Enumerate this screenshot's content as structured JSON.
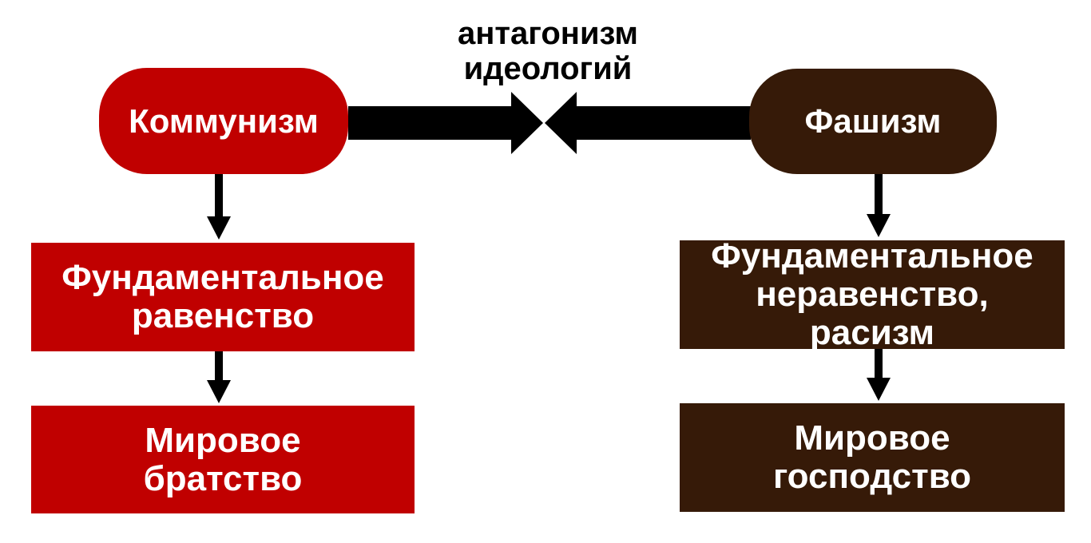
{
  "diagram": {
    "communism": {
      "label": "Коммунизм",
      "color": "#c00000"
    },
    "fascism": {
      "label": "Фашизм",
      "color": "#361a08"
    },
    "antagonism": {
      "label": "антагонизм\nидеологий"
    },
    "communism_principle": {
      "label": "Фундаментальное\nравенство"
    },
    "communism_goal": {
      "label": "Мировое\nбратство"
    },
    "fascism_principle": {
      "label": "Фундаментальное\nнеравенство,\nрасизм"
    },
    "fascism_goal": {
      "label": "Мировое\nгосподство"
    }
  }
}
